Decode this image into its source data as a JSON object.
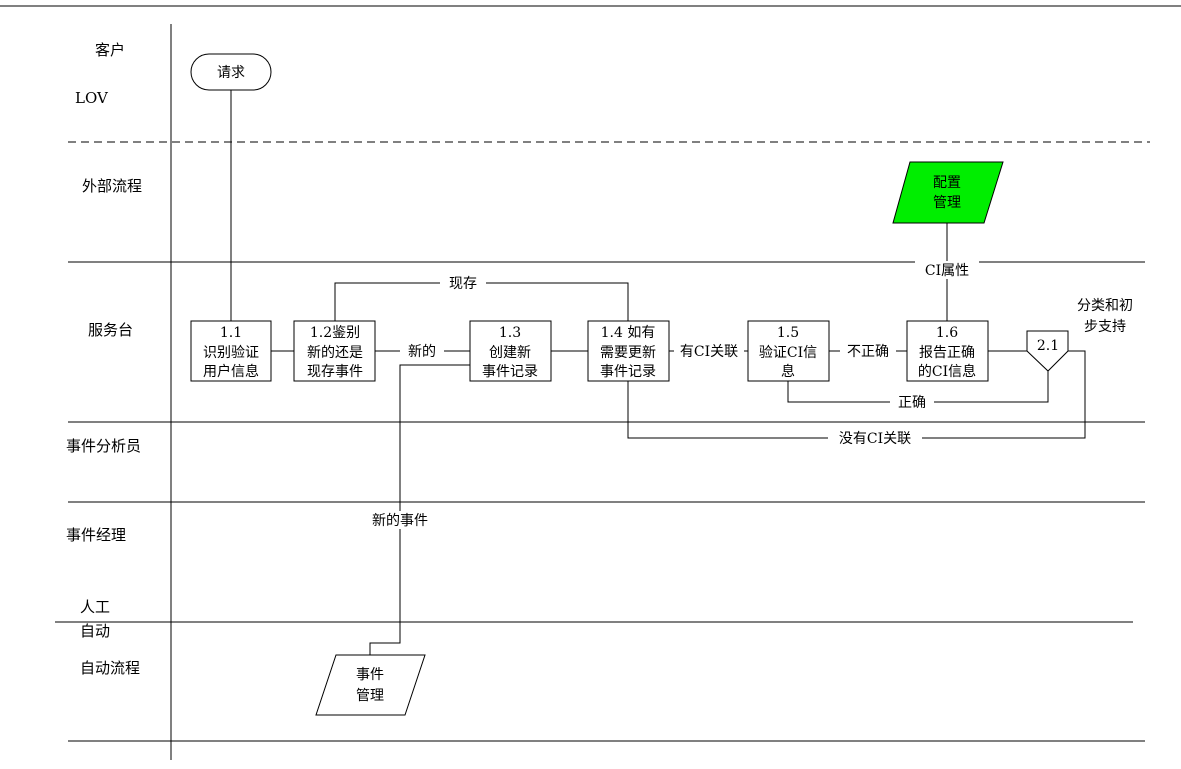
{
  "lanes": {
    "customer": "客户",
    "lov": "LOV",
    "external": "外部流程",
    "service_desk": "服务台",
    "analyst": "事件分析员",
    "manager": "事件经理",
    "manual": "人工",
    "auto_short": "自动",
    "auto_process": "自动流程"
  },
  "nodes": {
    "request": "请求",
    "config_mgmt": {
      "line1": "配置",
      "line2": "管理",
      "color": "#00ee00"
    },
    "b11": {
      "line1": "1.1",
      "line2": "识别验证",
      "line3": "用户信息"
    },
    "b12": {
      "line1": "1.2鉴别",
      "line2": "新的还是",
      "line3": "现存事件"
    },
    "b13": {
      "line1": "1.3",
      "line2": "创建新",
      "line3": "事件记录"
    },
    "b14": {
      "line1": "1.4 如有",
      "line2": "需要更新",
      "line3": "事件记录"
    },
    "b15": {
      "line1": "1.5",
      "line2": "验证CI信",
      "line3": "息"
    },
    "b16": {
      "line1": "1.6",
      "line2": "报告正确",
      "line3": "的CI信息"
    },
    "d21": "2.1",
    "classify": {
      "line1": "分类和初",
      "line2": "步支持"
    },
    "event_mgmt": {
      "line1": "事件",
      "line2": "管理"
    }
  },
  "edges": {
    "existing": "现存",
    "new": "新的",
    "has_ci": "有CI关联",
    "incorrect": "不正确",
    "ci_attr": "CI属性",
    "correct": "正确",
    "no_ci": "没有CI关联",
    "new_event": "新的事件"
  }
}
